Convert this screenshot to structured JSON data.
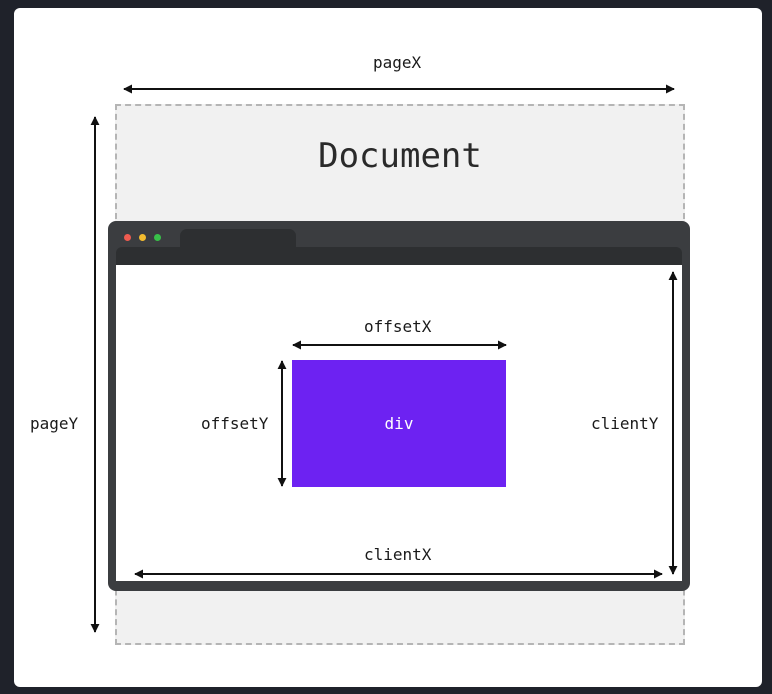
{
  "document": {
    "title": "Document"
  },
  "labels": {
    "page_x": "pageX",
    "page_y": "pageY",
    "offset_x": "offsetX",
    "offset_y": "offsetY",
    "client_x": "clientX",
    "client_y": "clientY"
  },
  "element": {
    "label": "div",
    "color": "#6d22f2"
  },
  "browser": {
    "traffic_lights": [
      "#ef5b50",
      "#f3bc2f",
      "#38c149"
    ]
  }
}
